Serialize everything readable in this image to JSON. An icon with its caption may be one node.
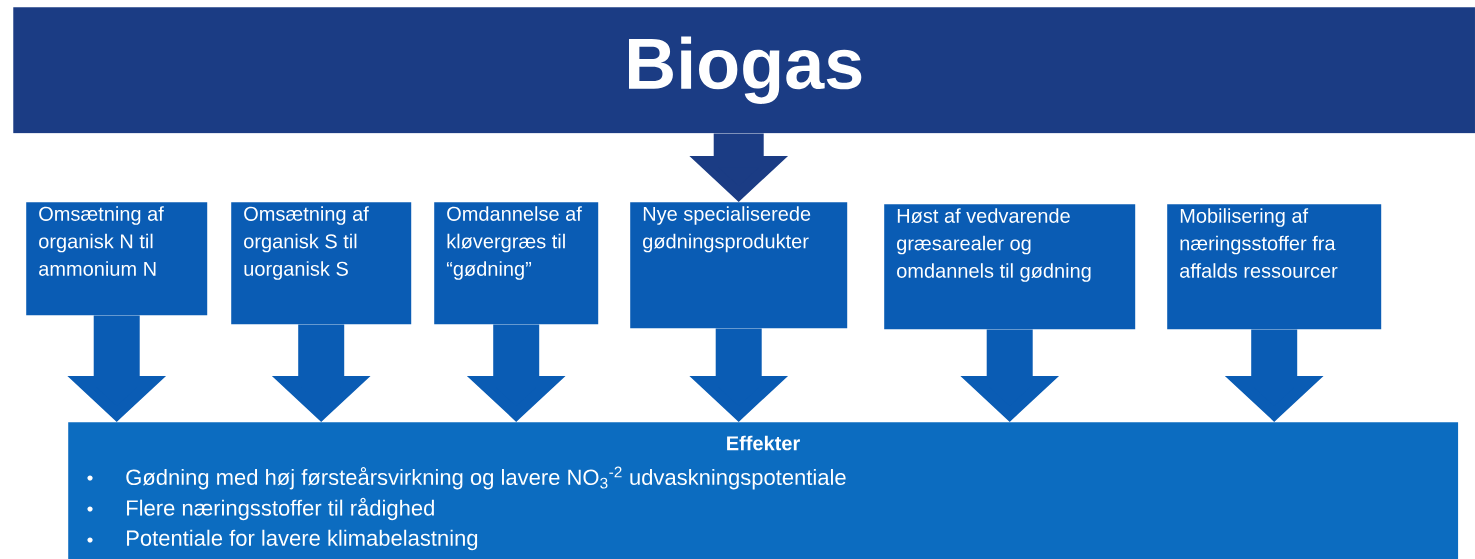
{
  "diagram": {
    "nodes": [
      {
        "text": [
          "Biogas"
        ]
      },
      {
        "text": [
          "Omsætning af organisk N til ammonium N"
        ]
      },
      {
        "text": [
          "Omsætning af organisk S til uorganisk S"
        ]
      },
      {
        "text": [
          "Omdannelse af kløvergræs til “gødning”"
        ]
      },
      {
        "text": [
          "Nye specialiserede gødningsprodukter"
        ]
      },
      {
        "text": [
          "Høst af vedvarende græsarealer og omdannels til gødning"
        ]
      },
      {
        "text": [
          "Mobilisering af næringsstoffer fra affalds ressourcer"
        ]
      },
      {
        "text": [
          "Effekter",
          "Gødning med høj førsteårsvirkning og lavere NO$_{3}$$^{-2}$ udvaskningspotentiale",
          "Flere næringsstoffer til rådighed",
          "Potentiale for lavere klimabelastning"
        ]
      }
    ],
    "edges": [
      {
        "from": 0,
        "to": 4,
        "arrow": "to"
      },
      {
        "from": 1,
        "to": 7,
        "arrow": "to"
      },
      {
        "from": 2,
        "to": 7,
        "arrow": "to"
      },
      {
        "from": 3,
        "to": 7,
        "arrow": "to"
      },
      {
        "from": 4,
        "to": 7,
        "arrow": "to"
      },
      {
        "from": 5,
        "to": 7,
        "arrow": "to"
      },
      {
        "from": 6,
        "to": 7,
        "arrow": "to"
      }
    ]
  }
}
